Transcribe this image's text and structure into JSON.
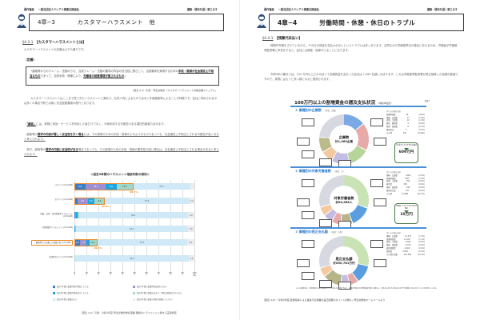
{
  "left_page": {
    "running_header": {
      "left_label": "著作権者",
      "publisher": "一般社団法人クレア人事業支援協会",
      "right_notice": "複製・頒布を固く禁じます"
    },
    "chapter": {
      "number": "4章−3",
      "title": "カスタマーハラスメント　他"
    },
    "section": {
      "id": "§4-3-1",
      "title": "【カスタマーハラスメントとは】"
    },
    "intro": "カスタマーハラスメントの定義は以下の通りです。",
    "definition_label": "（定義）",
    "definition": {
      "part1": "「顧客等からのクレーム・言動のうち、当該クレーム・言動の要求の内容の妥当性に照らして、当該要求を実現するための",
      "em1": "手段・態様が社会通念上不相当なもの",
      "part2": "であって、当該手段・態様により、",
      "em2": "労働者の就業環境が害されるもの",
      "part3": "」"
    },
    "definition_caption": "（図表 4-A）引用：厚生労働省「カスタマーハラスメント対策企業マニュアル」",
    "para1": "カスタマーハラスメントはここまで見てきたハラスメントと異なり、社内人員によるものではなく外部顧客等によることが特徴です。会社に求められるのは多くの場合予防では無く安全配慮義務の履行となります。",
    "bullet1_pre": "・",
    "bullet1_em": "「顧客」",
    "bullet1_post": "には、実際に商品・サービスを利用した者だけでなく、今後利用する可能性のある潜在的顧客も含みます。",
    "bullet2_pre": "・顧客等の",
    "bullet2_em": "要求の内容が著しく妥当性を欠く場合",
    "bullet2_post": "には、その実現のための手段・態様がどのようなものであっても、社会通念上不相当とされる可能性が高くなると考えられます。",
    "bullet3_pre": "　他方、顧客等の",
    "bullet3_em": "要求の内容に妥当性がある",
    "bullet3_post": "場合であっても、その実現のための手段・態様の悪質性が高い場合は、社会通念上不相当とされる場合があると考えられます。",
    "chart_caption": "（図表 4-C）引用：令和2年度 厚生労働省委託事業 職場のハラスメントに関する実態調査"
  },
  "right_page": {
    "running_header": {
      "left_label": "著作権者",
      "publisher": "一般社団法人クレア人事業支援協会",
      "right_notice": "複製・頒布を固く禁じます"
    },
    "chapter": {
      "number": "4章−4",
      "title": "労働時間・休憩・休日のトラブル"
    },
    "section": {
      "id": "§4-4-1",
      "title": "【残業代未払い】"
    },
    "para1": "時間外労働をさせていながら、その分の賃金を支払われないというトラブルは多くあります。当然ながら労働基準法の違反にあたるため、労働者が労働基準監督署に申告をすると、会社には調査・指導が入ることになります。",
    "para2": "令和3年の集計では、100 万円以上さかのぼって割増賃金を支払った会社は 1,069 社超にのぼります。これは労働基準監督署が是正指導した結果の数値ですので、実際にはもっと多い数になると推測されます。",
    "infographic": {
      "title": "100万円以上の割増賃金の遡及支払状況",
      "title_note": "（令和3年度分）",
      "ref": "別紙1",
      "sections": [
        {
          "title": "① 業種別の企業数",
          "unit": "（単位：企業）",
          "center_label": "企業数",
          "center_value": "計1,069企業",
          "table_header": "(1) その他の内訳",
          "table": [
            [
              "接客娯楽業",
              "49",
              "(4.6%)"
            ],
            [
              "運輸・交通業",
              "17",
              "(1.6%)"
            ],
            [
              "商業・土建業",
              "14",
              "(1.3%)"
            ],
            [
              "通信・郵便業",
              "9",
              "(0.8%)"
            ],
            [
              "映画・演劇業",
              "8",
              "(0.7%)"
            ],
            [
              "教育研究",
              "5",
              "(0.5%)"
            ],
            [
              "その他",
              "137",
              "(12.8%)"
            ]
          ],
          "badge_text": "1企業当たりの平均支払額は",
          "badge_value": "609万円"
        },
        {
          "title": "② 業種別の対象労働者数",
          "unit": "（単位：人）",
          "center_label": "対象労働者数",
          "center_value": "計64,968人",
          "table_header": "(1) その他の内訳",
          "table": [
            [
              "運輸・交通業",
              "1,603",
              "(2.5%)"
            ],
            [
              "接客娯楽業",
              "850",
              "(1.3%)"
            ],
            [
              "商業・土建業",
              "352",
              "(0.5%)"
            ],
            [
              "通信業",
              "230",
              "(0.4%)"
            ],
            [
              "映画・演劇業",
              "150",
              "(0.2%)"
            ],
            [
              "教育研究業",
              "137",
              "(0.2%)"
            ],
            [
              "その他",
              "14,468",
              "(22.3%)"
            ]
          ],
          "badge_text": "労働者1人当たりの平均支払額は",
          "badge_value": "10万円"
        },
        {
          "title": "③ 業種別の是正支払額",
          "unit": "（単位：万円）",
          "center_label": "是正支払額",
          "center_value": "計650,781万円",
          "table_header": "(1) その他の内訳",
          "table": [
            [
              "運輸・交通業",
              "11,372",
              "(1.7%)"
            ],
            [
              "接客娯楽業",
              "11,155",
              "(1.7%)"
            ],
            [
              "商業・土建業",
              "3,049",
              "(0.5%)"
            ],
            [
              "映画・演劇業",
              "2,733",
              "(0.4%)"
            ],
            [
              "通信郵便業",
              "2,616",
              "(0.4%)"
            ],
            [
              "清掃業",
              "2,050",
              "(0.3%)"
            ],
            [
              "その他の事業",
              "151,364",
              "(23.3%)"
            ]
          ]
        }
      ],
      "footnote": "(注) 企業数等は、対象期間中に是正指導を行った企業に係る集計であり、業種別分類は日本標準産業分類とは異なる。令和3年4月から令和4年3月までの期間に支払が完了したものを集計したもの。"
    },
    "source_caption": "（図表 4-D）「令和3年度 監督指導による賃金不払残業の是正結果のポイント別紙1」厚生労働省ホームページより"
  },
  "chart_data": {
    "type": "bar",
    "orientation": "horizontal-stacked",
    "title": "＜過去3年間のハラスメント相談件数の傾向＞",
    "xlabel": "",
    "xunit": "(%)",
    "xlim": [
      0,
      100
    ],
    "xticks": [
      "0",
      "10",
      "20",
      "30",
      "40",
      "50",
      "60",
      "70",
      "80",
      "90",
      "100"
    ],
    "categories": [
      "パワハラ (n=6,426)",
      "セクハラ (n=6,426)",
      "妊娠・出産・育児休業等ハラスメント (n=6,426)",
      "介護休業等ハラスメント (n=6,426)",
      "顧客等からの著しい迷惑行為 (n=6,426)",
      "就活等セクハラ (n=6,426)"
    ],
    "highlighted_category": "顧客等からの著しい迷惑行為 (n=6,426)",
    "series": [
      {
        "name": "過去3年間に相談件数が増加している",
        "color": "#3b7fc4",
        "values": [
          9.6,
          2.5,
          0.8,
          0.1,
          4.9,
          0.1
        ]
      },
      {
        "name": "過去3年間に相談件数は変わらない",
        "color": "#9d8fd0",
        "values": [
          16.7,
          8.6,
          0.6,
          0.0,
          5.2,
          0.0
        ]
      },
      {
        "name": "過去3年間に相談件数は減少している",
        "color": "#1aa7e0",
        "values": [
          8.8,
          5.6,
          1.4,
          0.3,
          2.4,
          0.1
        ]
      },
      {
        "name": "過去3年間に相談はあるが、件数の増減は分からない",
        "color": "#9fd8c8",
        "values": [
          13.6,
          8.4,
          1.2,
          0.7,
          6.3,
          0.5
        ]
      },
      {
        "name": "過去3年間に相談はない",
        "color": "#cfe9f7",
        "values": [
          47.9,
          70.6,
          90.4,
          93.3,
          75.3,
          94.9
        ]
      },
      {
        "name": "過去3年間に相談の有無を把握していない",
        "color": "#ededed",
        "values": [
          3.5,
          4.3,
          5.6,
          5.6,
          6.2,
          4.6
        ]
      }
    ],
    "annotations": [
      {
        "category": "パワハラ (n=6,426)",
        "text": "48.7%"
      },
      {
        "category": "セクハラ (n=6,426)",
        "text": "25.0%"
      },
      {
        "category": "顧客等からの著しい迷惑行為 (n=6,426)",
        "text": "19.5%"
      }
    ],
    "legend_position": "bottom",
    "grid": true
  }
}
